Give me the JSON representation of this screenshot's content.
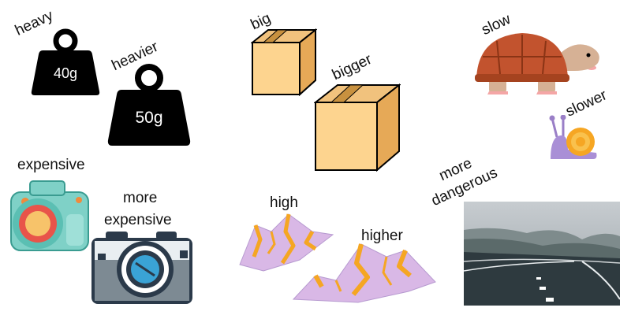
{
  "labels": {
    "heavy": "heavy",
    "heavier": "heavier",
    "big": "big",
    "bigger": "bigger",
    "slow": "slow",
    "slower": "slower",
    "expensive": "expensive",
    "more_expensive_1": "more",
    "more_expensive_2": "expensive",
    "high": "high",
    "higher": "higher",
    "more_dangerous_1": "more",
    "more_dangerous_2": "dangerous"
  },
  "weights": {
    "light": "40g",
    "heavy": "50g"
  },
  "icons": [
    "weight-icon",
    "box-icon",
    "turtle-icon",
    "snail-icon",
    "camera-icon",
    "mountain-icon",
    "road-photo"
  ]
}
